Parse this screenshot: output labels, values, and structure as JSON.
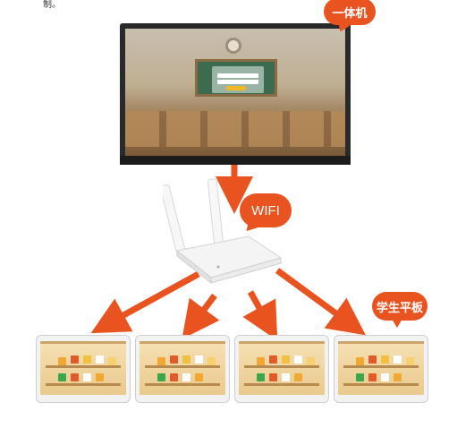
{
  "top_fragment": "制。",
  "labels": {
    "tv": "一体机",
    "wifi": "WIFI",
    "tablet": "学生平板"
  },
  "colors": {
    "accent": "#e8531f",
    "arrow": "#e8531f",
    "router": "#f4f4f4",
    "tv_frame": "#2a2a2a"
  },
  "tablets": [
    {
      "id": 1
    },
    {
      "id": 2
    },
    {
      "id": 3
    },
    {
      "id": 4
    }
  ]
}
